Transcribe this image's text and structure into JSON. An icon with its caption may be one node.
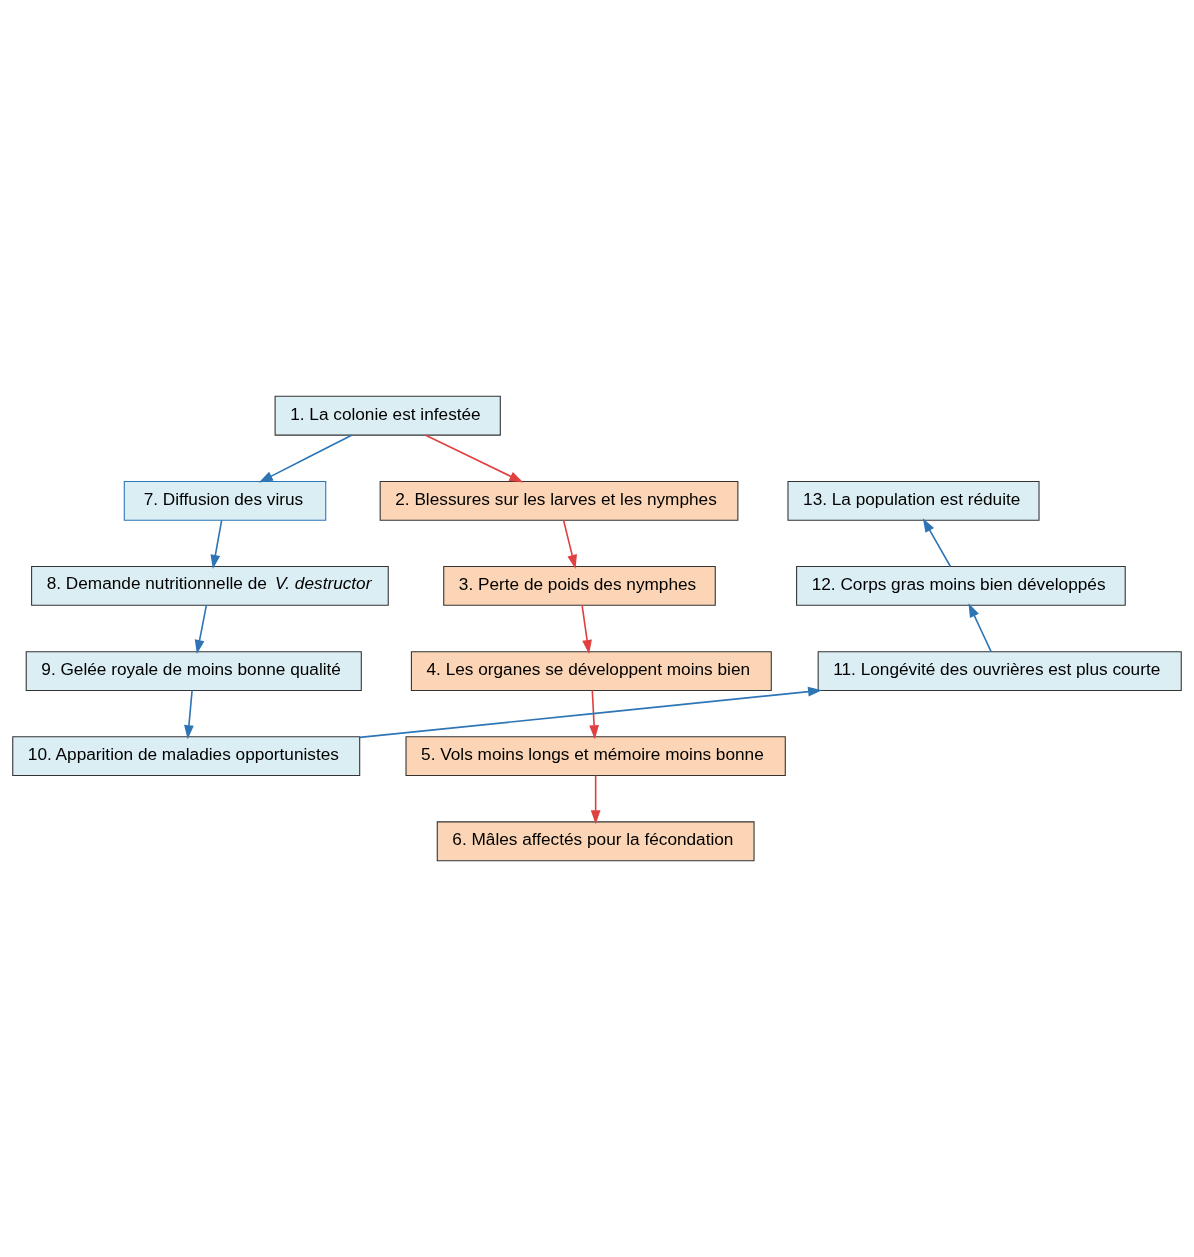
{
  "diagram": {
    "nodes": [
      {
        "text": [
          "1. La colonie est infestée"
        ]
      },
      {
        "text": [
          "2. Blessures sur les larves et les nymphes"
        ]
      },
      {
        "text": [
          "3. Perte de poids des nymphes"
        ]
      },
      {
        "text": [
          "4. Les organes se développent moins bien"
        ]
      },
      {
        "text": [
          "5. Vols moins longs et mémoire moins bonne"
        ]
      },
      {
        "text": [
          "6. Mâles affectés pour la fécondation"
        ]
      },
      {
        "text": [
          "7. Diffusion des virus"
        ]
      },
      {
        "text": [
          "8. Demande nutritionnelle de *V. destructor*"
        ]
      },
      {
        "text": [
          "9. Gelée royale de moins bonne qualité"
        ]
      },
      {
        "text": [
          "10. Apparition de maladies opportunistes"
        ]
      },
      {
        "text": [
          "11. Longévité des ouvrières est plus courte"
        ]
      },
      {
        "text": [
          "12. Corps gras moins bien développés"
        ]
      },
      {
        "text": [
          "13. La population est réduite"
        ]
      }
    ],
    "edges": [
      {
        "from": 0,
        "to": 1,
        "arrow": "to",
        "color": "#e04040"
      },
      {
        "from": 1,
        "to": 2,
        "arrow": "to",
        "color": "#e04040"
      },
      {
        "from": 2,
        "to": 3,
        "arrow": "to",
        "color": "#e04040"
      },
      {
        "from": 3,
        "to": 4,
        "arrow": "to",
        "color": "#e04040"
      },
      {
        "from": 4,
        "to": 5,
        "arrow": "to",
        "color": "#e04040"
      },
      {
        "from": 0,
        "to": 6,
        "arrow": "to"
      },
      {
        "from": 6,
        "to": 7,
        "arrow": "to"
      },
      {
        "from": 7,
        "to": 8,
        "arrow": "to"
      },
      {
        "from": 8,
        "to": 9,
        "arrow": "to"
      },
      {
        "from": 9,
        "to": 10,
        "arrow": "to"
      },
      {
        "from": 10,
        "to": 11,
        "arrow": "to"
      },
      {
        "from": 11,
        "to": 12,
        "arrow": "to"
      }
    ]
  }
}
